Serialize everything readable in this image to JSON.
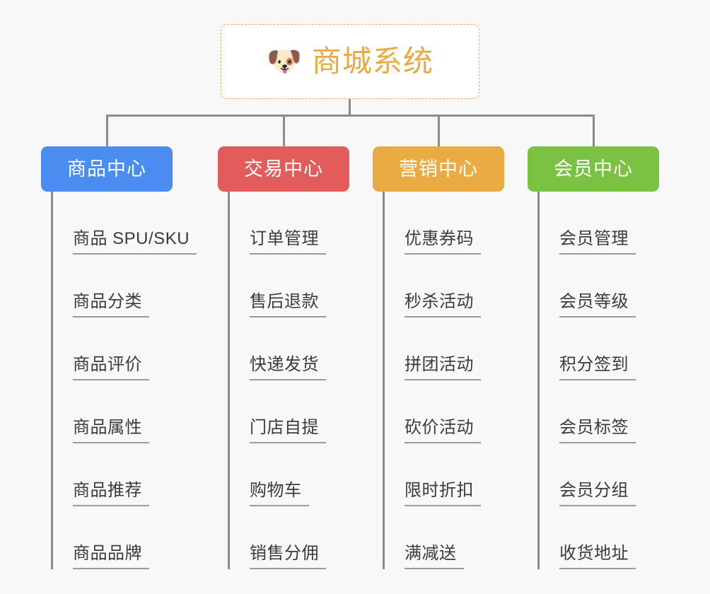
{
  "background_color": "#f8f8f8",
  "root": {
    "icon": "shiba-dog-emoji",
    "emoji": "🐶",
    "title": "商城系统",
    "title_color": "#e9ab3f",
    "border_color": "#eab152",
    "border_style": "dashed",
    "background": "#ffffff"
  },
  "connector_color": "#8b8b8b",
  "columns": [
    {
      "id": "product-center",
      "label": "商品中心",
      "color": "#4a8cf0",
      "text_color": "#ffffff",
      "items": [
        {
          "label": "商品 SPU/SKU"
        },
        {
          "label": "商品分类"
        },
        {
          "label": "商品评价"
        },
        {
          "label": "商品属性"
        },
        {
          "label": "商品推荐"
        },
        {
          "label": "商品品牌"
        }
      ]
    },
    {
      "id": "trade-center",
      "label": "交易中心",
      "color": "#e35c5c",
      "text_color": "#ffffff",
      "items": [
        {
          "label": "订单管理"
        },
        {
          "label": "售后退款"
        },
        {
          "label": "快递发货"
        },
        {
          "label": "门店自提"
        },
        {
          "label": "购物车"
        },
        {
          "label": "销售分佣"
        }
      ]
    },
    {
      "id": "marketing-center",
      "label": "营销中心",
      "color": "#eaab42",
      "text_color": "#ffffff",
      "items": [
        {
          "label": "优惠券码"
        },
        {
          "label": "秒杀活动"
        },
        {
          "label": "拼团活动"
        },
        {
          "label": "砍价活动"
        },
        {
          "label": "限时折扣"
        },
        {
          "label": "满减送"
        }
      ]
    },
    {
      "id": "member-center",
      "label": "会员中心",
      "color": "#7cc242",
      "text_color": "#ffffff",
      "items": [
        {
          "label": "会员管理"
        },
        {
          "label": "会员等级"
        },
        {
          "label": "积分签到"
        },
        {
          "label": "会员标签"
        },
        {
          "label": "会员分组"
        },
        {
          "label": "收货地址"
        }
      ]
    }
  ]
}
